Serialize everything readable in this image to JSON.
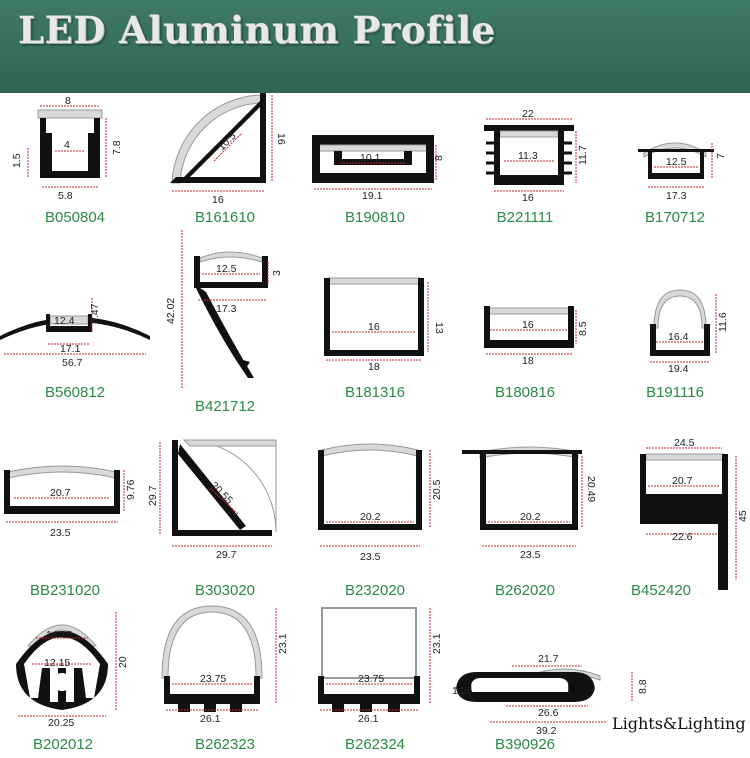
{
  "header": {
    "title": "LED Aluminum Profile",
    "bg_color": "#2f6553"
  },
  "colors": {
    "profile": "#111111",
    "diffuser": "#d9d9d9",
    "dimension": "#c0262d",
    "model_label": "#2a8a46"
  },
  "watermark": "Lights&Lighting",
  "profiles": [
    {
      "model": "B050804",
      "dims": [
        "8",
        "4",
        "5.8",
        "7.8",
        "1.5"
      ]
    },
    {
      "model": "B161610",
      "dims": [
        "10.5",
        "16",
        "16"
      ]
    },
    {
      "model": "B190810",
      "dims": [
        "10.1",
        "19.1",
        "8"
      ]
    },
    {
      "model": "B221111",
      "dims": [
        "22",
        "11.3",
        "16",
        "11.7"
      ]
    },
    {
      "model": "B170712",
      "dims": [
        "12.5",
        "17.3",
        "7"
      ]
    },
    {
      "model": "B560812",
      "dims": [
        "12.4",
        "17.1",
        "56.7",
        "8.47"
      ]
    },
    {
      "model": "B421712",
      "dims": [
        "12.5",
        "17.3",
        "3",
        "42.02"
      ]
    },
    {
      "model": "B181316",
      "dims": [
        "16",
        "18",
        "13"
      ]
    },
    {
      "model": "B180816",
      "dims": [
        "16",
        "18",
        "8.5"
      ]
    },
    {
      "model": "B191116",
      "dims": [
        "16.4",
        "19.4",
        "11.6"
      ]
    },
    {
      "model": "BB231020",
      "dims": [
        "20.7",
        "23.5",
        "9.76"
      ]
    },
    {
      "model": "B303020",
      "dims": [
        "20.55",
        "29.7",
        "29.7"
      ]
    },
    {
      "model": "B232020",
      "dims": [
        "20.2",
        "23.5",
        "20.5"
      ]
    },
    {
      "model": "B262020",
      "dims": [
        "20.2",
        "23.5",
        "20.49"
      ]
    },
    {
      "model": "B452420",
      "dims": [
        "24.5",
        "20.7",
        "22.6",
        "45"
      ]
    },
    {
      "model": "B202012",
      "dims": [
        "14.15",
        "12.15",
        "20.25",
        "20"
      ]
    },
    {
      "model": "B262323",
      "dims": [
        "23.75",
        "26.1",
        "23.1"
      ]
    },
    {
      "model": "B262324",
      "dims": [
        "23.75",
        "26.1",
        "23.1"
      ]
    },
    {
      "model": "B390926",
      "dims": [
        "21.7",
        "26.6",
        "39.2",
        "8.8",
        "1.26"
      ]
    }
  ]
}
